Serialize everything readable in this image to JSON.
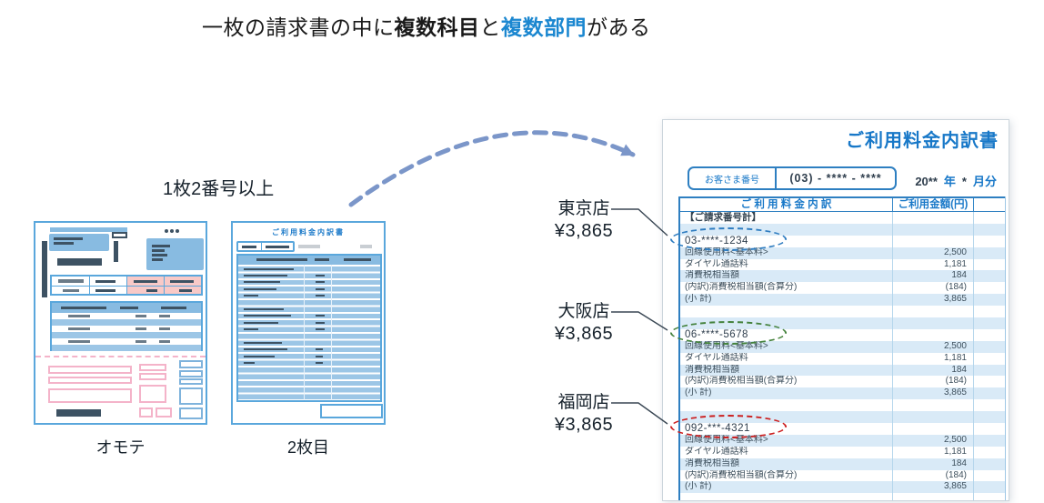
{
  "title": {
    "segments": [
      {
        "text": "一枚の請求書の中に",
        "bold": false,
        "accent": false
      },
      {
        "text": "複数科目",
        "bold": true,
        "accent": false
      },
      {
        "text": "と",
        "bold": false,
        "accent": false
      },
      {
        "text": "複数部門",
        "bold": true,
        "accent": true
      },
      {
        "text": "がある",
        "bold": false,
        "accent": false
      }
    ]
  },
  "colors": {
    "accent_text": "#1b87d0",
    "bill_blue": "#1878c8",
    "arrow": "#7b96c9",
    "stripe": "#d9eaf7",
    "oval_blue": "#2e7cc0",
    "oval_green": "#44823c",
    "oval_red": "#cc1f1f"
  },
  "left_panel": {
    "caption": "1枚2番号以上",
    "front_label": "オモテ",
    "page2_label": "2枚目",
    "page2_doc_title": "ご利用料金内訳書"
  },
  "callouts": [
    {
      "store": "東京店",
      "amount": "¥3,865",
      "oval_color": "#2e7cc0"
    },
    {
      "store": "大阪店",
      "amount": "¥3,865",
      "oval_color": "#44823c"
    },
    {
      "store": "福岡店",
      "amount": "¥3,865",
      "oval_color": "#cc1f1f"
    }
  ],
  "bill": {
    "title": "ご利用料金内訳書",
    "customer_label": "お客さま番号",
    "customer_number": "(03) - **** - ****",
    "period_segments": [
      {
        "text": "20**",
        "accent": false
      },
      {
        "text": "年",
        "accent": true
      },
      {
        "text": "*",
        "accent": false
      },
      {
        "text": "月分",
        "accent": true
      }
    ],
    "columns": {
      "detail": "ご 利 用 料 金 内 訳",
      "amount": "ご利用金額(円)"
    },
    "group_header": "【ご請求番号計】",
    "sections": [
      {
        "phone": "03-****-1234",
        "oval_color": "#2e7cc0",
        "rows": [
          {
            "label": "回線使用料<基本料>",
            "amount": "2,500"
          },
          {
            "label": "ダイヤル通話料",
            "amount": "1,181"
          },
          {
            "label": "消費税相当額",
            "amount": "184"
          },
          {
            "label": "(内訳)消費税相当額(合算分)",
            "amount": "(184)"
          },
          {
            "label": "(小 計)",
            "amount": "3,865"
          }
        ]
      },
      {
        "phone": "06-****-5678",
        "oval_color": "#44823c",
        "rows": [
          {
            "label": "回線使用料<基本料>",
            "amount": "2,500"
          },
          {
            "label": "ダイヤル通話料",
            "amount": "1,181"
          },
          {
            "label": "消費税相当額",
            "amount": "184"
          },
          {
            "label": "(内訳)消費税相当額(合算分)",
            "amount": "(184)"
          },
          {
            "label": "(小 計)",
            "amount": "3,865"
          }
        ]
      },
      {
        "phone": "092-***-4321",
        "oval_color": "#cc1f1f",
        "rows": [
          {
            "label": "回線使用料<基本料>",
            "amount": "2,500"
          },
          {
            "label": "ダイヤル通話料",
            "amount": "1,181"
          },
          {
            "label": "消費税相当額",
            "amount": "184"
          },
          {
            "label": "(内訳)消費税相当額(合算分)",
            "amount": "(184)"
          },
          {
            "label": "(小 計)",
            "amount": "3,865"
          }
        ]
      }
    ]
  }
}
